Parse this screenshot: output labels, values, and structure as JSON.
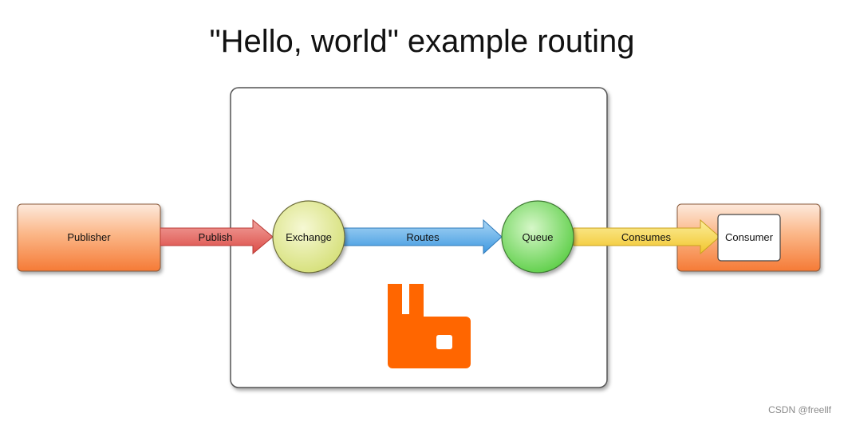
{
  "title": "\"Hello, world\" example routing",
  "nodes": {
    "publisher": "Publisher",
    "exchange": "Exchange",
    "queue": "Queue",
    "consumer": "Consumer"
  },
  "edges": {
    "publish": "Publish",
    "routes": "Routes",
    "consumes": "Consumes"
  },
  "logo": "rabbitmq-logo",
  "watermark": "CSDN @freellf",
  "colors": {
    "app_box": "#f57f3c",
    "exchange": "#e3eb9a",
    "queue": "#7fdc6c",
    "publish_arrow": "#e5635e",
    "routes_arrow": "#5aacea",
    "consumes_arrow": "#f7d84f",
    "logo": "#ff6600"
  }
}
